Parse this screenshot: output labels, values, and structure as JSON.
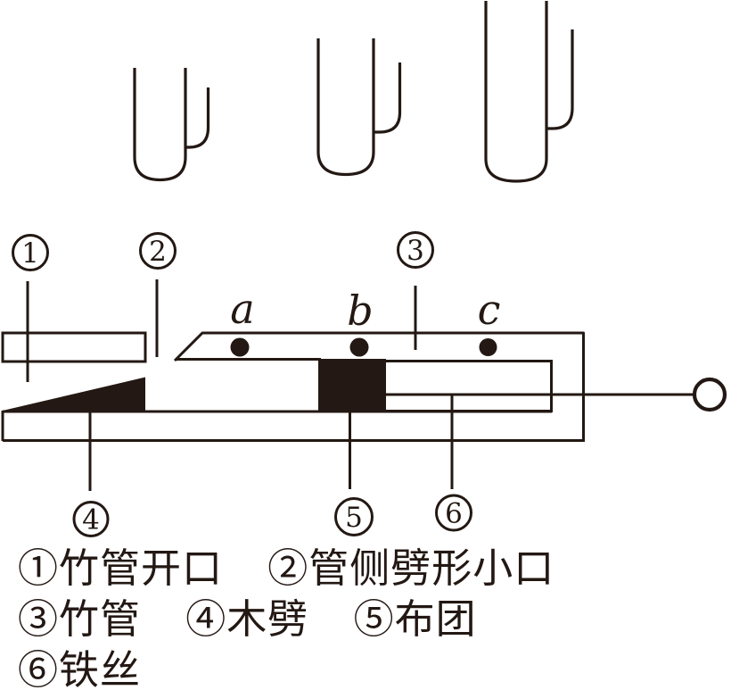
{
  "colors": {
    "ink": "#231813",
    "paper": "#ffffff"
  },
  "diagram": {
    "callouts": [
      {
        "digit": "1"
      },
      {
        "digit": "2"
      },
      {
        "digit": "3"
      },
      {
        "digit": "4"
      },
      {
        "digit": "5"
      },
      {
        "digit": "6"
      }
    ],
    "hole_labels": [
      {
        "label": "a"
      },
      {
        "label": "b"
      },
      {
        "label": "c"
      }
    ]
  },
  "legend": {
    "rows": [
      {
        "pairs": [
          {
            "num": "①",
            "label": "竹管开口"
          },
          {
            "num": "②",
            "label": "管侧劈形小口"
          }
        ]
      },
      {
        "pairs": [
          {
            "num": "③",
            "label": "竹管"
          },
          {
            "num": "④",
            "label": "木劈"
          },
          {
            "num": "⑤",
            "label": "布团"
          }
        ]
      },
      {
        "pairs": [
          {
            "num": "⑥",
            "label": "铁丝"
          }
        ]
      }
    ]
  }
}
